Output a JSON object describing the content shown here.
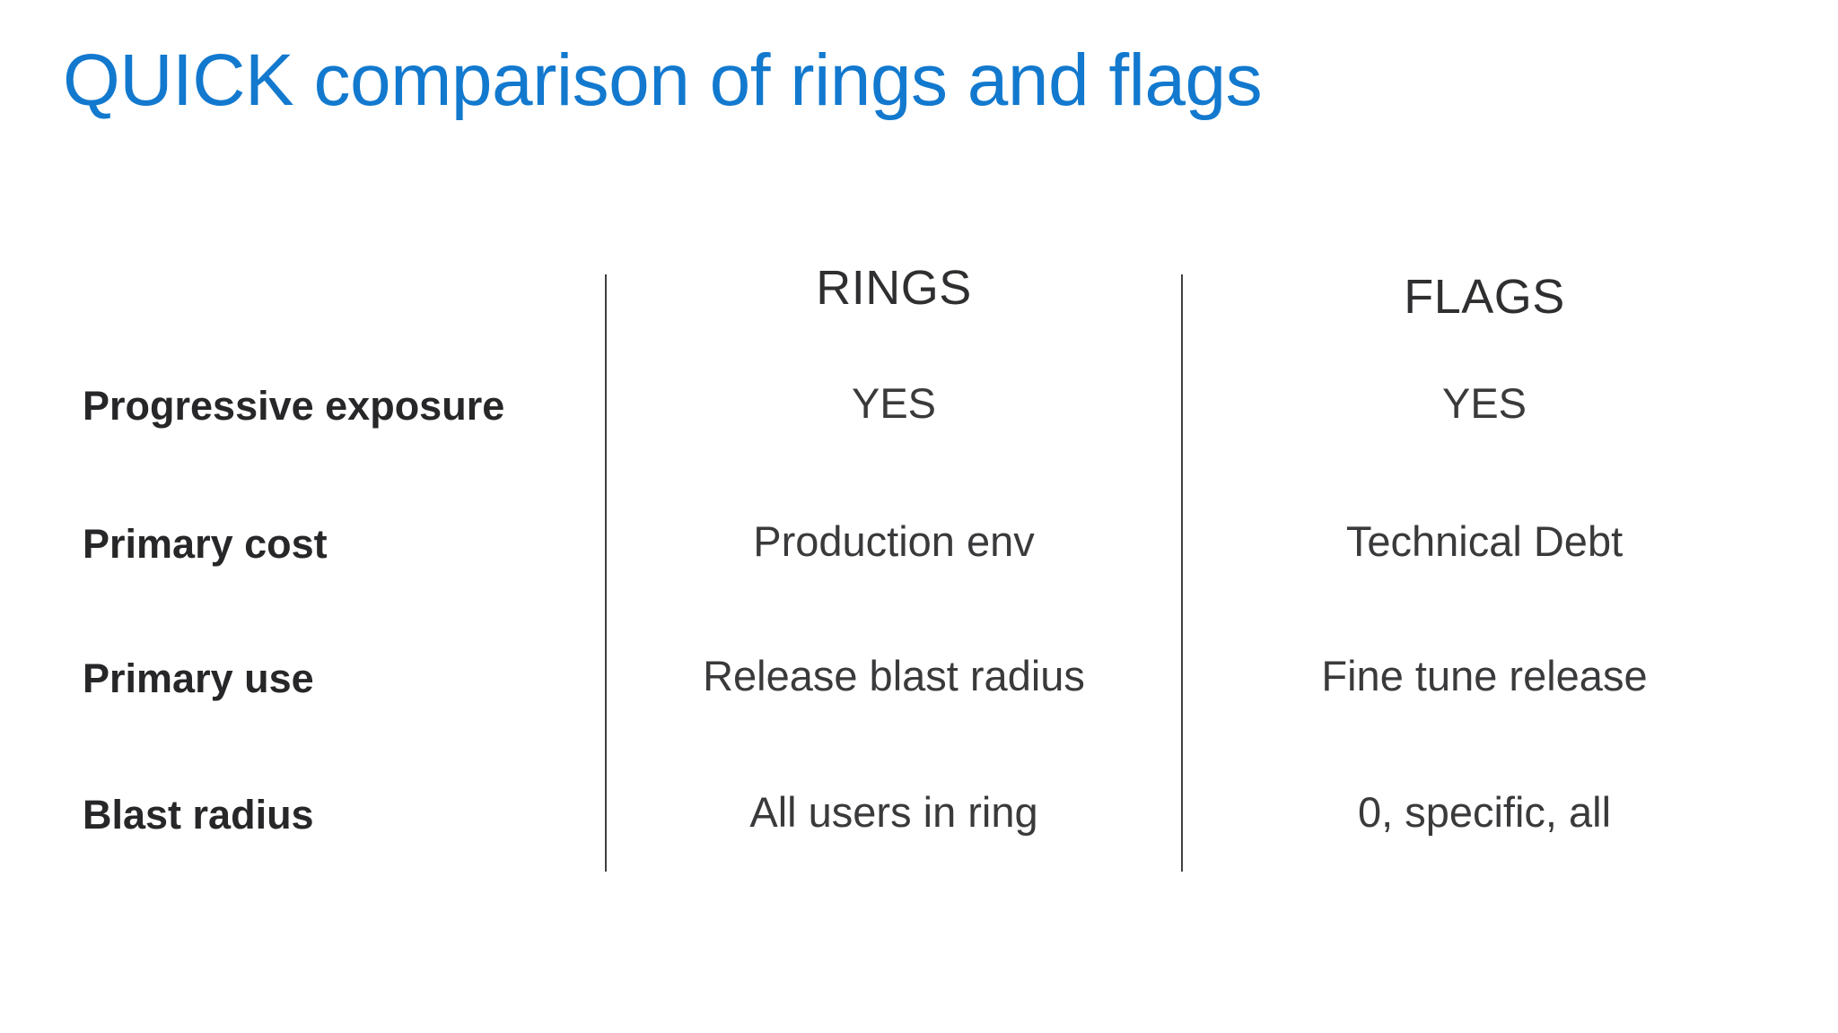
{
  "slide": {
    "title": "QUICK comparison of rings and flags",
    "title_color": "#1279CE",
    "background_color": "#FFFFFF",
    "text_color": "#2F2F31"
  },
  "table": {
    "row_header_label": "",
    "columns": [
      {
        "id": "rings",
        "label": "RINGS"
      },
      {
        "id": "flags",
        "label": "FLAGS"
      }
    ],
    "rows": [
      {
        "label": "Progressive exposure",
        "rings": "YES",
        "flags": "YES"
      },
      {
        "label": "Primary cost",
        "rings": "Production env",
        "flags": "Technical Debt"
      },
      {
        "label": "Primary use",
        "rings": "Release blast radius",
        "flags": "Fine tune release"
      },
      {
        "label": "Blast radius",
        "rings": "All users in ring",
        "flags": "0, specific, all"
      }
    ]
  }
}
